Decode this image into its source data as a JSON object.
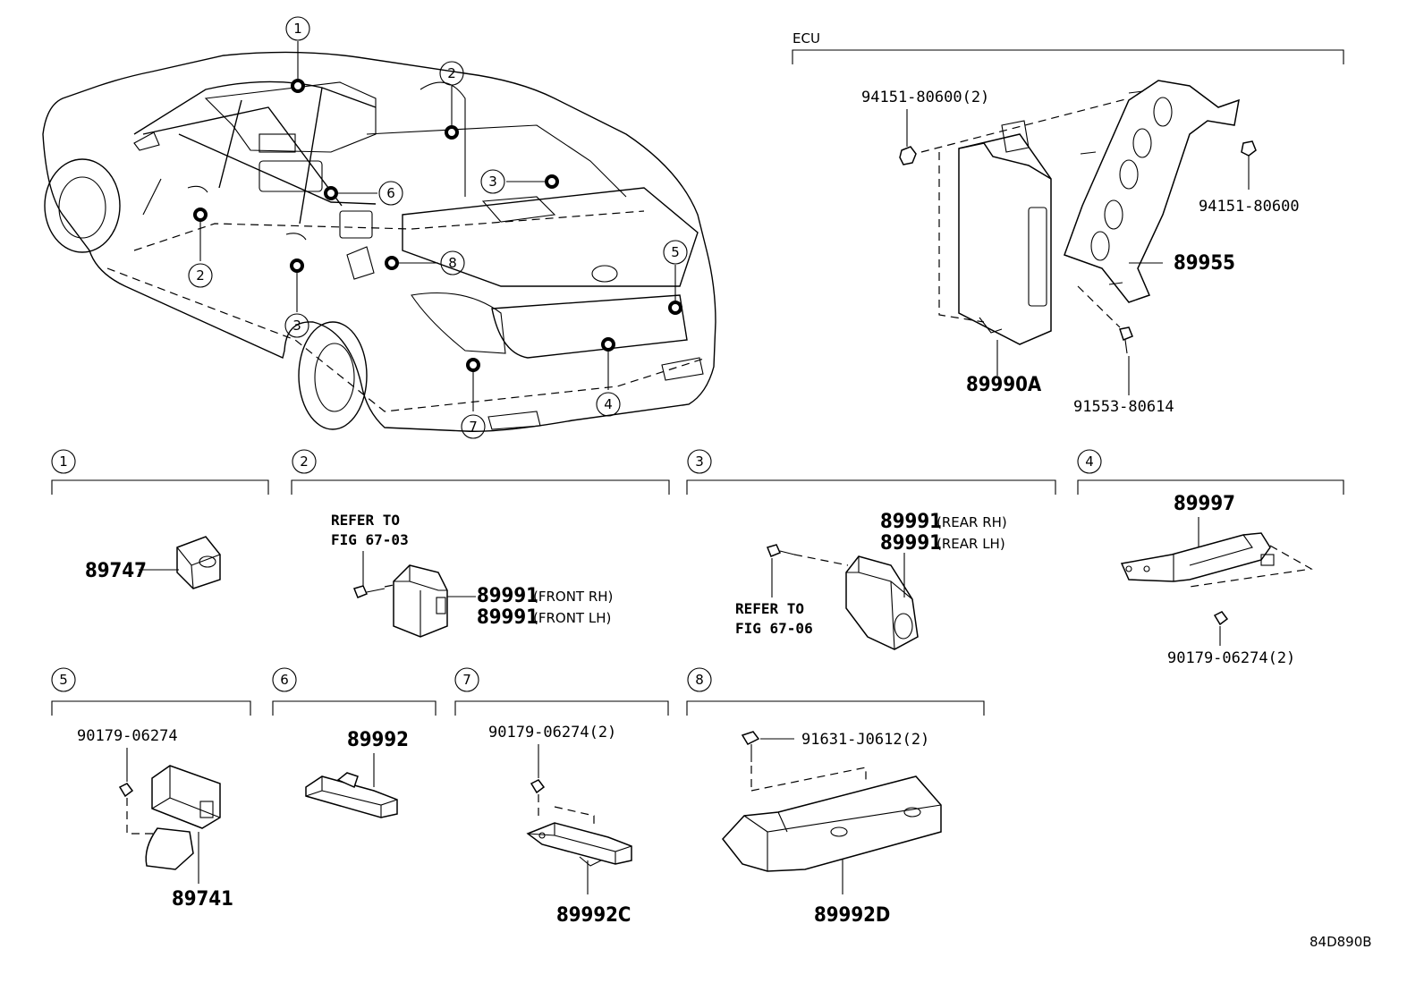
{
  "ecu": {
    "title": "ECU",
    "labels": {
      "nut_pair": "94151-80600(2)",
      "nut": "94151-80600",
      "bracket": "89955",
      "ecu_unit": "89990A",
      "bolt": "91553-80614"
    }
  },
  "overview_callouts": [
    "1",
    "2",
    "3",
    "2",
    "3",
    "4",
    "5",
    "6",
    "7",
    "8"
  ],
  "sections": {
    "s1": {
      "num": "1",
      "part": "89747"
    },
    "s2": {
      "num": "2",
      "ref_line1": "REFER TO",
      "ref_line2": "FIG 67-03",
      "part_a": "89991",
      "part_a_note": "(FRONT RH)",
      "part_b": "89991",
      "part_b_note": "(FRONT LH)"
    },
    "s3": {
      "num": "3",
      "ref_line1": "REFER TO",
      "ref_line2": "FIG 67-06",
      "part_a": "89991",
      "part_a_note": "(REAR RH)",
      "part_b": "89991",
      "part_b_note": "(REAR LH)"
    },
    "s4": {
      "num": "4",
      "part": "89997",
      "nut": "90179-06274(2)"
    },
    "s5": {
      "num": "5",
      "nut": "90179-06274",
      "part": "89741"
    },
    "s6": {
      "num": "6",
      "part": "89992"
    },
    "s7": {
      "num": "7",
      "nut": "90179-06274(2)",
      "part": "89992C"
    },
    "s8": {
      "num": "8",
      "bolt": "91631-J0612(2)",
      "part": "89992D"
    }
  },
  "diagram_id": "84D890B"
}
